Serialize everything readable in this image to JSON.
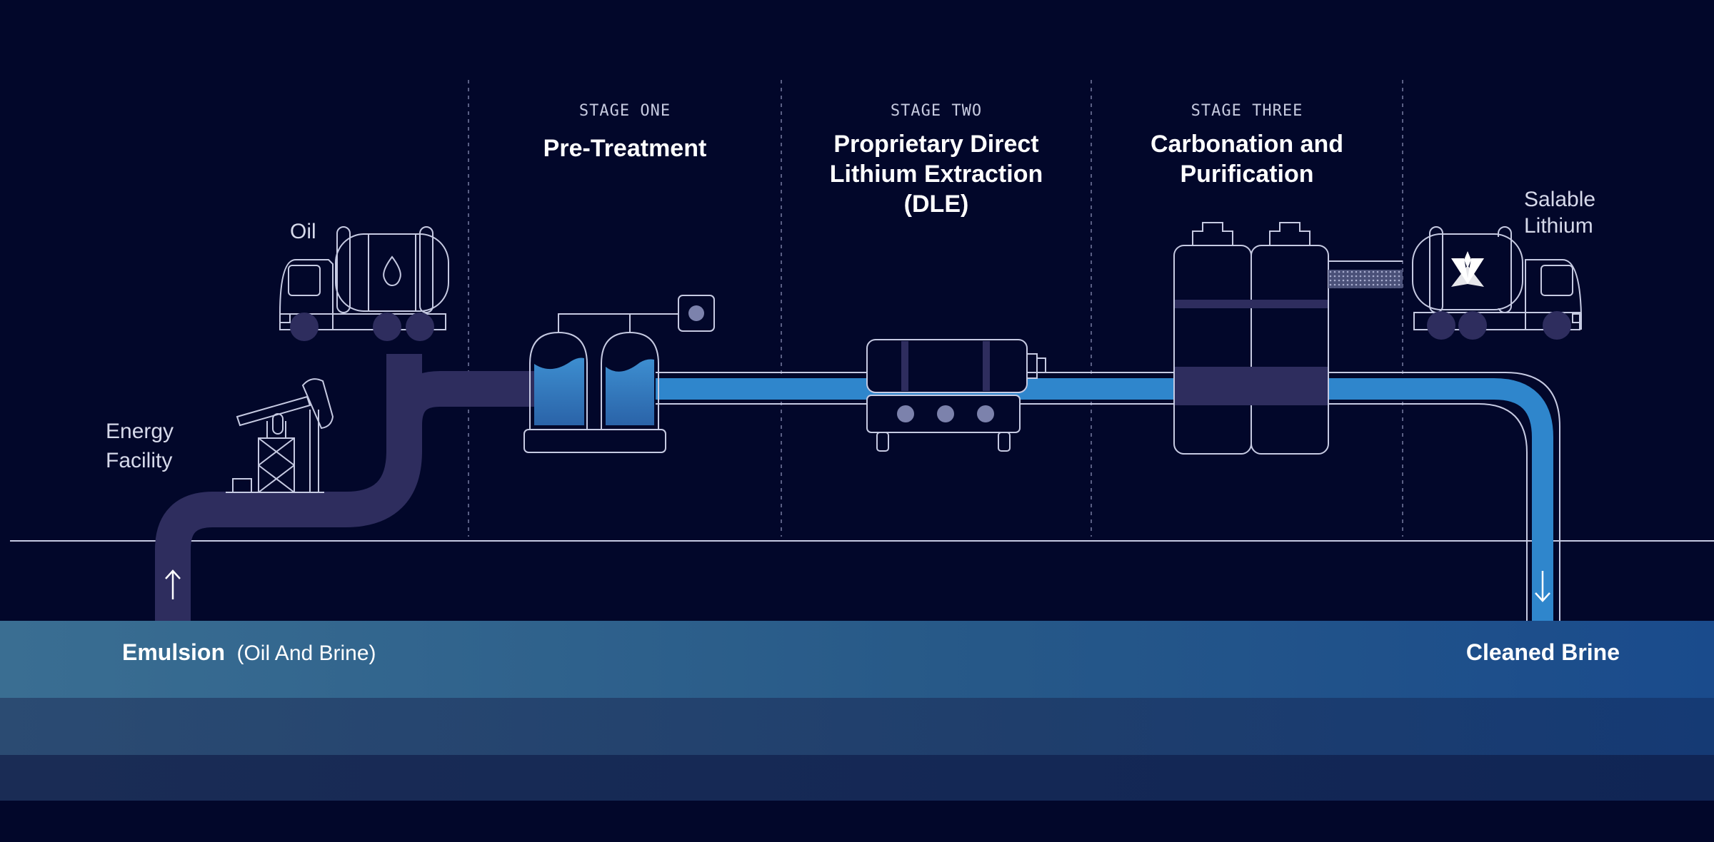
{
  "stages": [
    {
      "label": "STAGE ONE",
      "title_lines": [
        "Pre-Treatment"
      ]
    },
    {
      "label": "STAGE TWO",
      "title_lines": [
        "Proprietary Direct",
        "Lithium Extraction",
        "(DLE)"
      ]
    },
    {
      "label": "STAGE THREE",
      "title_lines": [
        "Carbonation and",
        "Purification"
      ]
    }
  ],
  "labels": {
    "oil": "Oil",
    "energy_facility": [
      "Energy",
      "Facility"
    ],
    "salable_lithium": [
      "Salable",
      "Lithium"
    ]
  },
  "reservoir": {
    "emulsion_bold": "Emulsion",
    "emulsion_note": "(Oil And Brine)",
    "cleaned_brine": "Cleaned Brine"
  },
  "icons": {
    "up_arrow": "up-arrow-icon",
    "down_arrow": "down-arrow-icon",
    "oil_drop": "oil-drop-icon",
    "company_logo": "company-logo-icon"
  },
  "colors": {
    "background": "#02072a",
    "emulsion_pipe": "#2e2d5e",
    "brine_pipe": "#2f86cc",
    "line": "#c6cae2",
    "reservoir_top": "#376a93",
    "reservoir_mid": "#244a74",
    "reservoir_low": "#17295a"
  }
}
